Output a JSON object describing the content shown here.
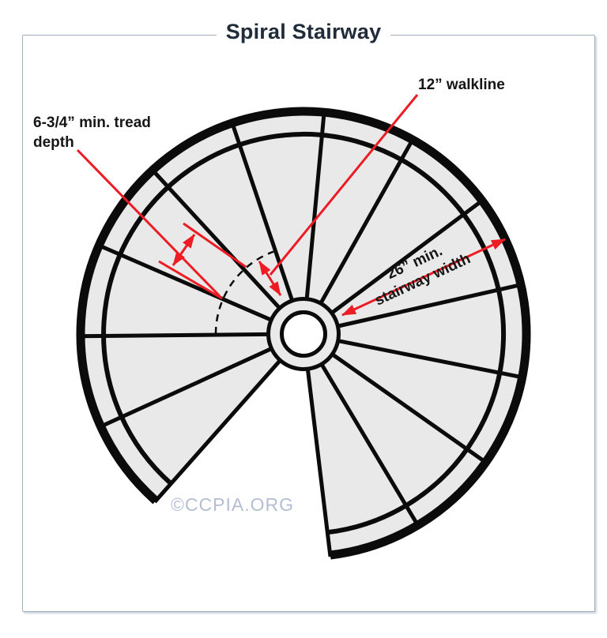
{
  "title": "Spiral Stairway",
  "watermark": "©CCPIA.ORG",
  "labels": {
    "walkline": "12” walkline",
    "tread_depth_line1": "6-3/4” min. tread",
    "tread_depth_line2": "depth",
    "width_line1": "26” min.",
    "width_line2": "stairway width"
  },
  "figure": {
    "type": "spiral-stairway-plan-view",
    "tread_count_visible": 13,
    "annotations": [
      "12” walkline",
      "6-3/4” min. tread depth",
      "26” min. stairway width"
    ]
  },
  "colors": {
    "ink": "#0b0b0b",
    "red": "#ed1c24",
    "navy": "#202c3a",
    "tread": "#e9e9e9",
    "frame": "#9fafc2",
    "watermark": "#b3bed3"
  }
}
